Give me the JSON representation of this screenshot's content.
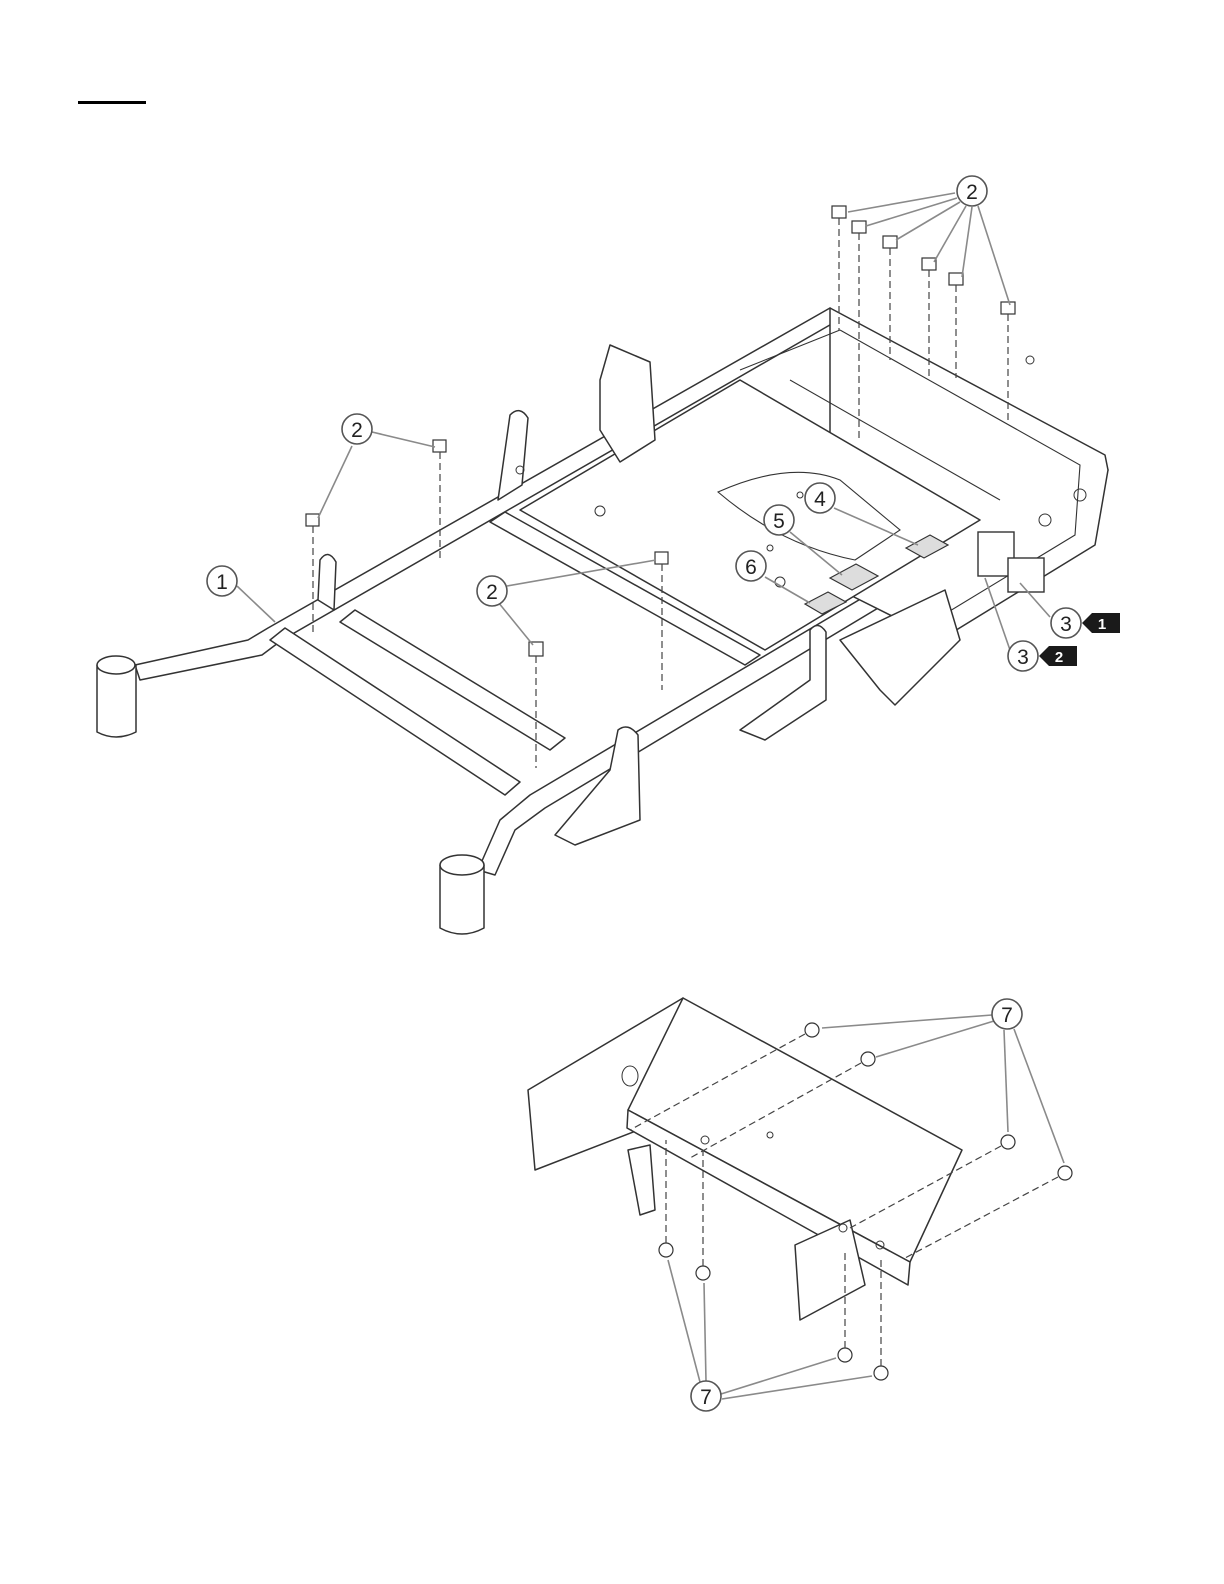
{
  "callouts": {
    "c1": "1",
    "c2a": "2",
    "c2b": "2",
    "c2c": "2",
    "c2d": "2",
    "c3a": "3",
    "c3b": "3",
    "c4": "4",
    "c5": "5",
    "c6": "6",
    "c7a": "7",
    "c7b": "7"
  },
  "badges": {
    "b1": "1",
    "b2": "2"
  }
}
